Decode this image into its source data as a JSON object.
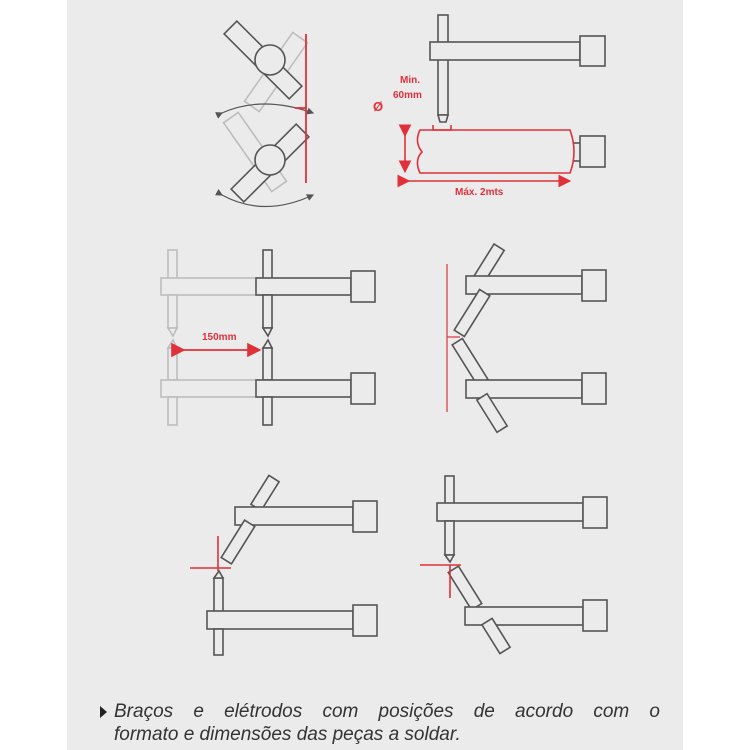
{
  "colors": {
    "panel_background": "#ebebeb",
    "page_background": "#ffffff",
    "outline_dark": "#555555",
    "outline_ghost": "#bdbdbd",
    "accent_red": "#e0313b",
    "text": "#333333"
  },
  "diagrams": {
    "rotating_arms": {
      "description": "Two rotating electrode arms with pivot circles, ghost positions and swing arcs, red vertical reference line"
    },
    "pipe_weld": {
      "min_label": "Min.",
      "diameter_label": "60mm",
      "diameter_symbol": "Ø",
      "length_label": "Máx. 2mts"
    },
    "offset_arms": {
      "distance_label": "150mm"
    },
    "angled_v_arms": {
      "description": "Both electrodes angled meeting at a red vertical reference line"
    },
    "upper_angled_arms": {
      "description": "Upper electrode angled, lower electrode straight, red crosshair at contact point"
    },
    "lower_angled_arms": {
      "description": "Upper electrode straight, lower electrode angled, red crosshair at contact point"
    }
  },
  "caption": {
    "bullet_icon": "triangle-right",
    "line1": "Braços e elétrodos com posições de acordo com o",
    "line2": "formato e dimensões das peças a soldar."
  }
}
